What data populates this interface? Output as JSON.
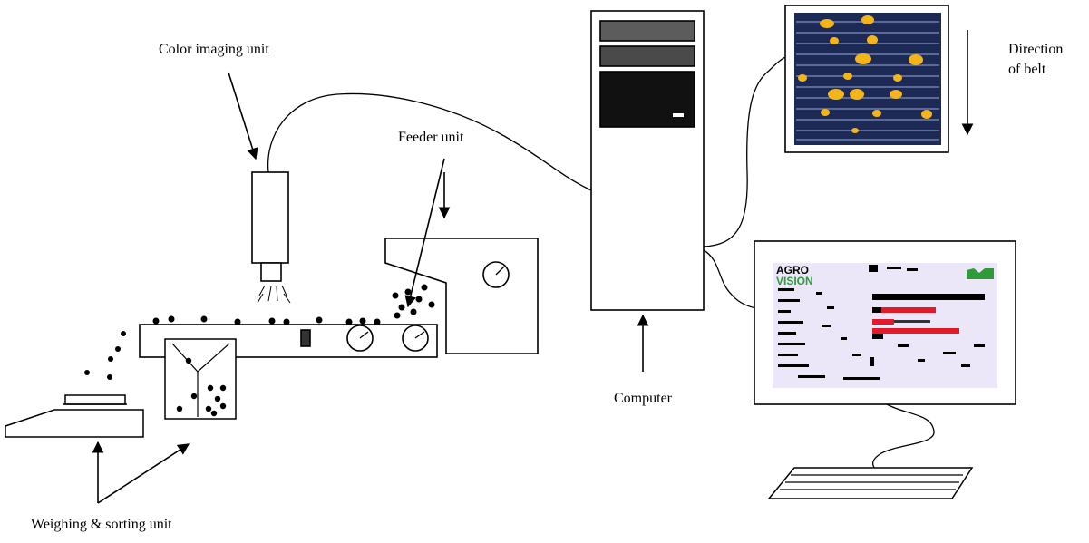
{
  "labels": {
    "color_imaging_unit": "Color imaging unit",
    "feeder_unit": "Feeder unit",
    "computer": "Computer",
    "direction_line1": "Direction",
    "direction_line2": "of belt",
    "weighing_sorting_unit": "Weighing & sorting unit"
  },
  "monitor": {
    "logo_line1": "AGRO",
    "logo_line2": "VISION"
  },
  "colors": {
    "line": "#000000",
    "belt_background": "#1c2a55",
    "belt_stripe": "#5a6a98",
    "kernel": "#f4b51c",
    "screen_background": "#ebe6f8",
    "logo_green": "#2e9a3a",
    "bar_red": "#e21b2a",
    "bar_black": "#000000"
  }
}
